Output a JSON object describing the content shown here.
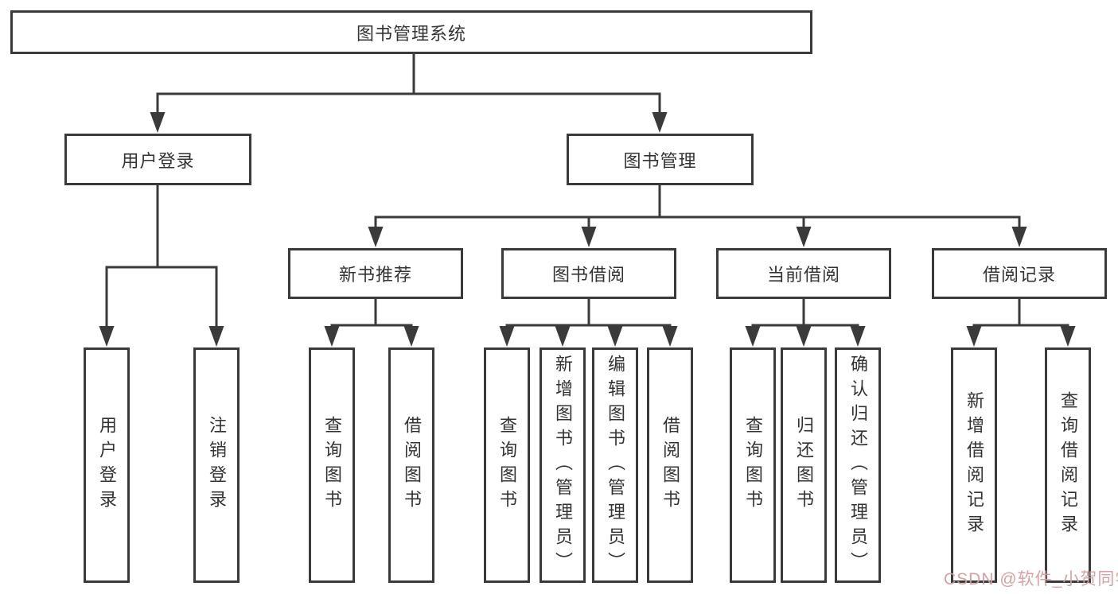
{
  "tree": {
    "root": {
      "label": "图书管理系统"
    },
    "branches": [
      {
        "label": "用户登录",
        "children": [
          {
            "label": "用户登录"
          },
          {
            "label": "注销登录"
          }
        ]
      },
      {
        "label": "图书管理",
        "children": [
          {
            "label": "新书推荐",
            "children": [
              {
                "label": "查询图书"
              },
              {
                "label": "借阅图书"
              }
            ]
          },
          {
            "label": "图书借阅",
            "children": [
              {
                "label": "查询图书"
              },
              {
                "label": "新增图书（管理员）"
              },
              {
                "label": "编辑图书（管理员）"
              },
              {
                "label": "借阅图书"
              }
            ]
          },
          {
            "label": "当前借阅",
            "children": [
              {
                "label": "查询图书"
              },
              {
                "label": "归还图书"
              },
              {
                "label": "确认归还（管理员）"
              }
            ]
          },
          {
            "label": "借阅记录",
            "children": [
              {
                "label": "新增借阅记录"
              },
              {
                "label": "查询借阅记录"
              }
            ]
          }
        ]
      }
    ]
  },
  "watermark": {
    "text": "CSDN @软件_小贺同学",
    "color": "#d69c9c"
  },
  "colors": {
    "line": "#3a3a3a",
    "box_border": "#3a3a3a",
    "text": "#333333",
    "background": "#ffffff"
  }
}
